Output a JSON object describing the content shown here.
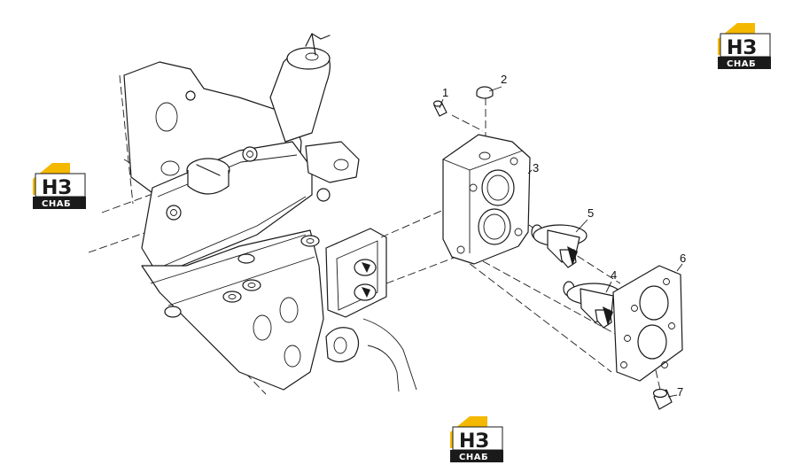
{
  "brand": {
    "logo_letters": "НЗ",
    "logo_word": "СНАБ",
    "colors": {
      "accent": "#f5b800",
      "dark": "#1a1a1a",
      "text": "#ffffff"
    }
  },
  "callouts": [
    {
      "id": "1",
      "label": "1"
    },
    {
      "id": "2",
      "label": "2"
    },
    {
      "id": "3",
      "label": "3"
    },
    {
      "id": "4",
      "label": "4"
    },
    {
      "id": "5",
      "label": "5"
    },
    {
      "id": "6",
      "label": "6"
    },
    {
      "id": "7",
      "label": "7"
    }
  ],
  "parts": {
    "p1": "dowel-pin",
    "p2": "plug",
    "p3": "thermostat-housing",
    "p4": "thermostat",
    "p5": "thermostat",
    "p6": "gasket",
    "p7": "bushing"
  }
}
